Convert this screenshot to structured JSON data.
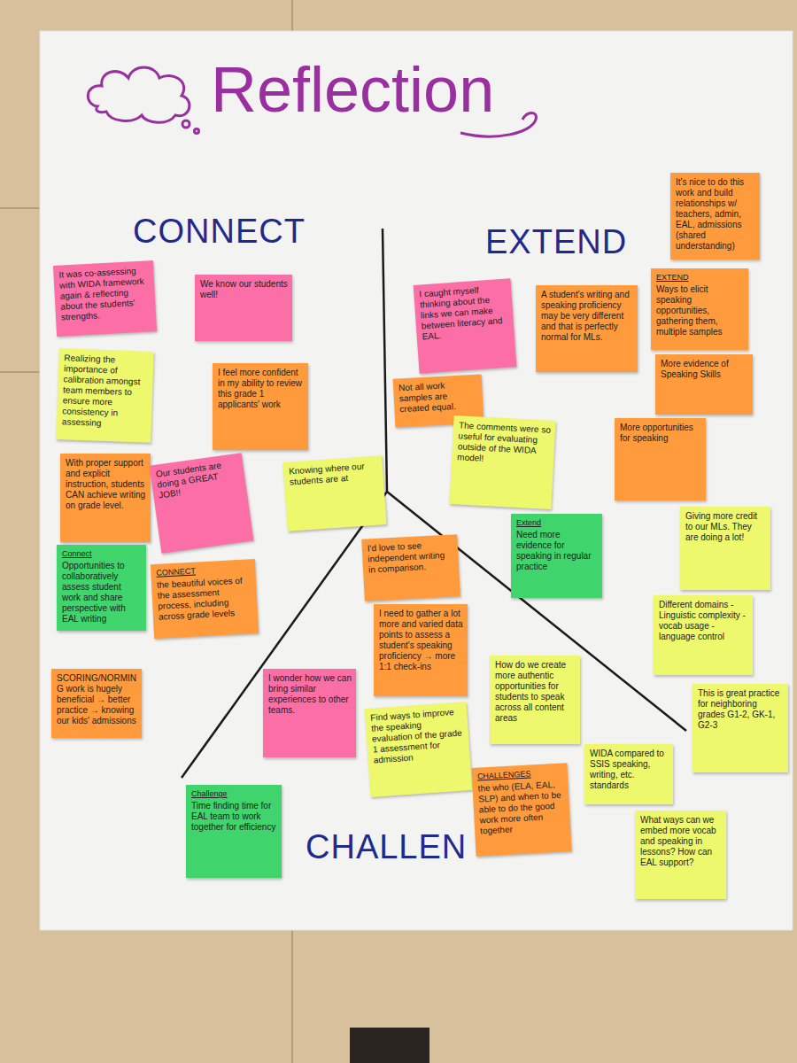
{
  "diagram": {
    "title": "Reflection",
    "nodes": [
      {
        "text": [
          "It was co-assessing with WIDA framework again & reflecting about the students' strengths."
        ]
      },
      {
        "text": [
          "We know our students well!"
        ]
      },
      {
        "text": [
          "Realizing the importance of calibration amongst team members to ensure more consistency in assessing"
        ]
      },
      {
        "text": [
          "I feel more confident in my ability to review this grade 1 applicants' work"
        ]
      },
      {
        "text": [
          "With proper support and explicit instruction, students CAN achieve writing on grade level."
        ]
      },
      {
        "text": [
          "Our students are doing a GREAT JOB!!"
        ]
      },
      {
        "text": [
          "Knowing where our students are at"
        ]
      },
      {
        "text": [
          "Connect",
          "Opportunities to collaboratively assess student work and share perspective with EAL writing"
        ]
      },
      {
        "text": [
          "CONNECT",
          "the beautiful voices of the assessment process, including across grade levels"
        ]
      },
      {
        "text": [
          "SCORING/NORMING work is hugely beneficial → better practice → knowing our kids' admissions"
        ]
      },
      {
        "text": [
          "I caught myself thinking about the links we can make between literacy and EAL."
        ]
      },
      {
        "text": [
          "A student's writing and speaking proficiency may be very different and that is perfectly normal for MLs."
        ]
      },
      {
        "text": [
          "It's nice to do this work and build relationships w/ teachers, admin, EAL, admissions (shared understanding)"
        ]
      },
      {
        "text": [
          "EXTEND",
          "Ways to elicit speaking opportunities, gathering them, multiple samples"
        ]
      },
      {
        "text": [
          "More evidence of Speaking Skills"
        ]
      },
      {
        "text": [
          "More opportunities for speaking"
        ]
      },
      {
        "text": [
          "Not all work samples are created equal."
        ]
      },
      {
        "text": [
          "The comments were so useful for evaluating outside of the WIDA model!"
        ]
      },
      {
        "text": [
          "Extend",
          "Need more evidence for speaking in regular practice"
        ]
      },
      {
        "text": [
          "Giving more credit to our MLs. They are doing a lot!"
        ]
      },
      {
        "text": [
          "Different domains - Linguistic complexity - vocab usage - language control"
        ]
      },
      {
        "text": [
          "This is great practice for neighboring grades G1-2, GK-1, G2-3"
        ]
      },
      {
        "text": [
          "WIDA compared to SSIS speaking, writing, etc. standards"
        ]
      },
      {
        "text": [
          "What ways can we embed more vocab and speaking in lessons? How can EAL support?"
        ]
      },
      {
        "text": [
          "I'd love to see independent writing in comparison."
        ]
      },
      {
        "text": [
          "I need to gather a lot more and varied data points to assess a student's speaking proficiency → more 1:1 check-ins"
        ]
      },
      {
        "text": [
          "I wonder how we can bring similar experiences to other teams."
        ]
      },
      {
        "text": [
          "How do we create more authentic opportunities for students to speak across all content areas"
        ]
      },
      {
        "text": [
          "Find ways to improve the speaking evaluation of the grade 1 assessment for admission"
        ]
      },
      {
        "text": [
          "CHALLENGES",
          "the who (ELA, EAL, SLP) and when to be able to do the good work more often together"
        ]
      },
      {
        "text": [
          "Challenge",
          "Time finding time for EAL team to work together for efficiency"
        ]
      }
    ],
    "labels": [
      "CONNECT",
      "EXTEND",
      "CHALLEN"
    ]
  }
}
